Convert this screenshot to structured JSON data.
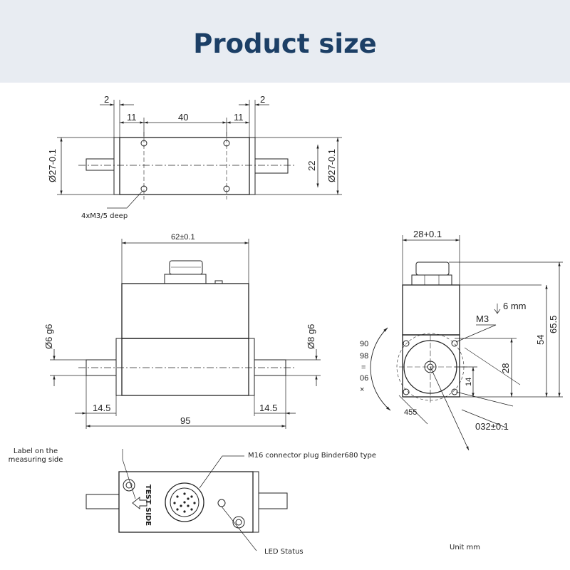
{
  "header": {
    "title": "Product size"
  },
  "top_view": {
    "dims": {
      "flange_left": "2",
      "flange_right": "2",
      "left_11": "11",
      "center_40": "40",
      "right_11": "11",
      "diam_left": "Ø27-0.1",
      "diam_right": "Ø27-0.1",
      "height_22": "22"
    },
    "holes_note": "4xM3/5 deep"
  },
  "front_view": {
    "dims": {
      "width_62": "62±0.1",
      "shaft_left": "Ø6 g6",
      "shaft_right": "Ø8 g6",
      "left_14_5": "14.5",
      "right_14_5": "14.5",
      "overall_95": "95"
    }
  },
  "side_view": {
    "dims": {
      "width_28": "28+0.1",
      "thread": "M3",
      "depth": "6 mm",
      "h_54": "54",
      "h_65_5": "65.5",
      "h_28": "28",
      "h_14": "14",
      "bolt_circle": "032±0.1",
      "r_455": "455"
    },
    "angle_marks": [
      "90",
      "98",
      "=",
      "06",
      "×"
    ]
  },
  "bottom_view": {
    "label_side": [
      "Label on the",
      "measuring side"
    ],
    "connector": "M16 connector plug Binder680 type",
    "led": "LED Status",
    "stamp_line1": "TEST",
    "stamp_line2": "SIDE"
  },
  "unit": "Unit mm"
}
